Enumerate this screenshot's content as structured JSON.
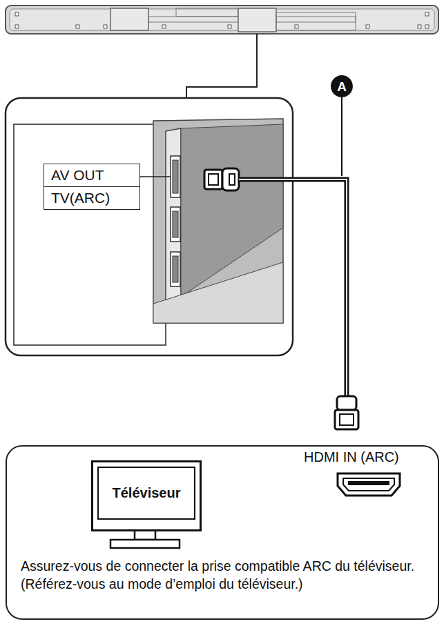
{
  "diagram": {
    "nodes": [
      {
        "text": [
          "AV OUT",
          "TV(ARC)"
        ]
      },
      {
        "text": [
          "A"
        ]
      },
      {
        "text": [
          "HDMI IN (ARC)",
          "Assurez-vous de connecter la prise compatible ARC du téléviseur.",
          "(Référez-vous au mode d’emploi du téléviseur.)"
        ]
      },
      {
        "text": [
          "Téléviseur"
        ],
        "in": 2
      }
    ]
  }
}
